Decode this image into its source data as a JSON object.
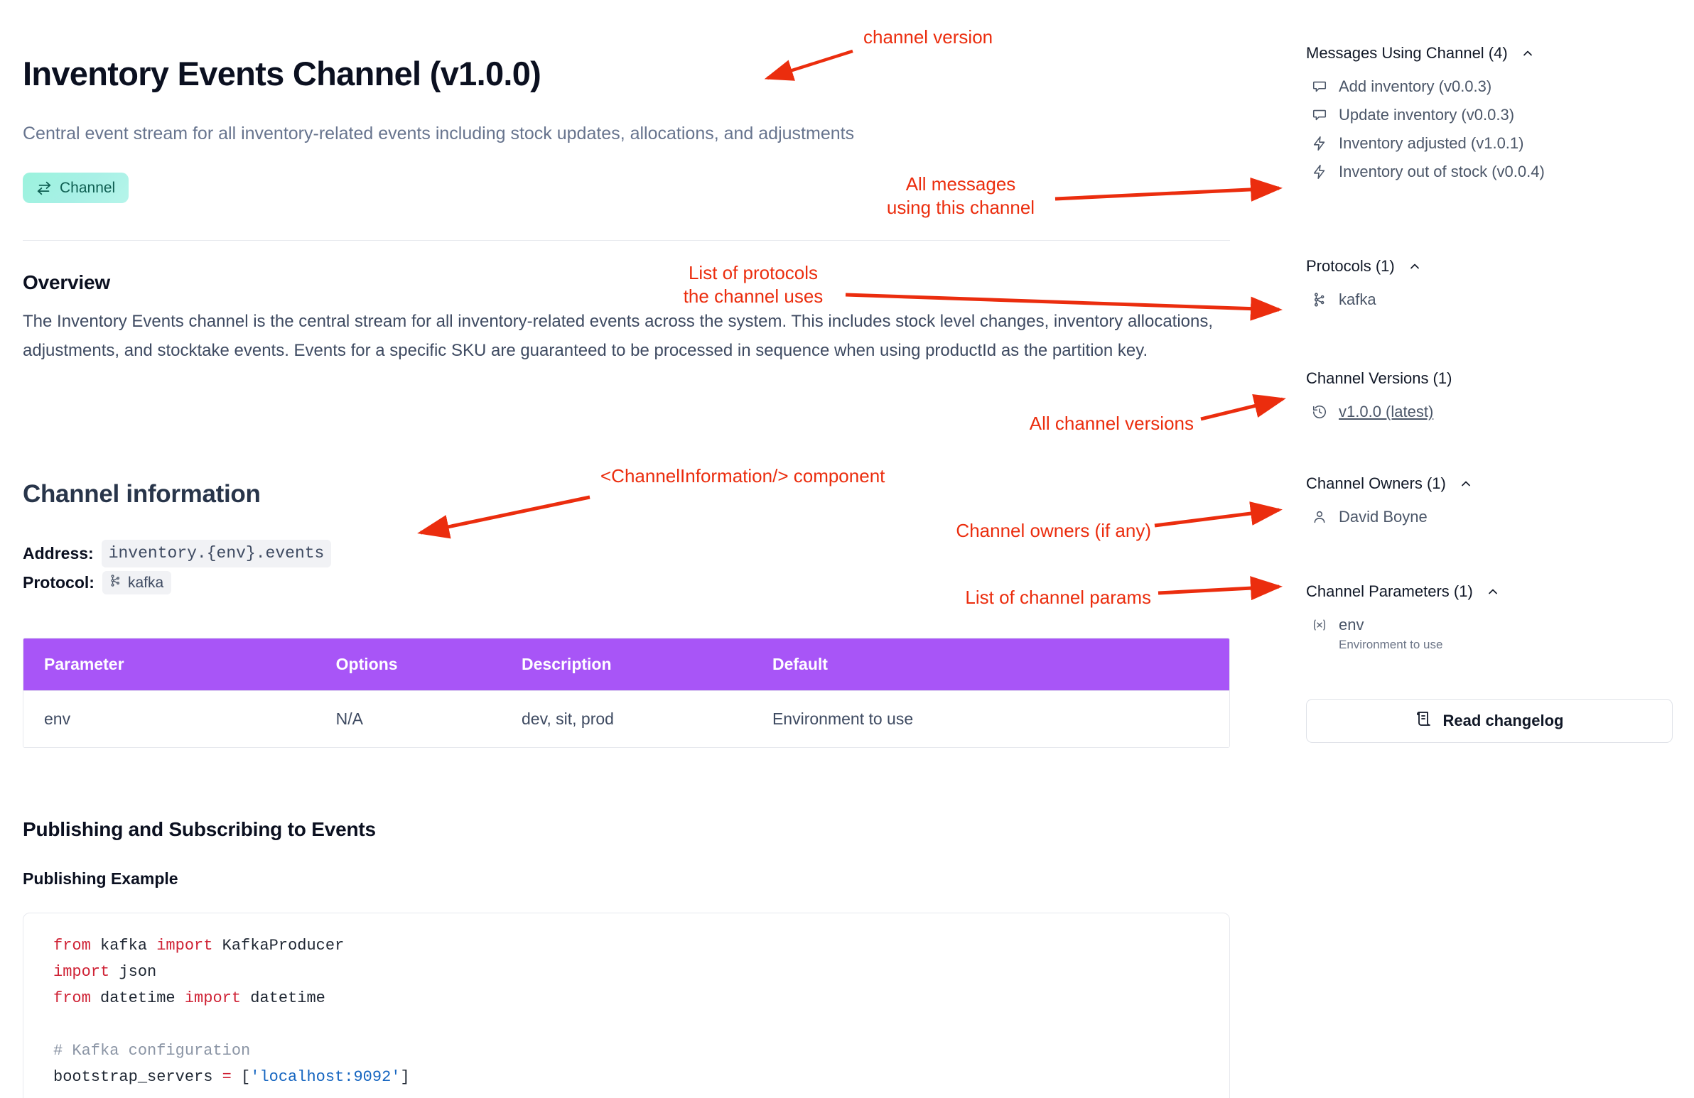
{
  "page": {
    "title": "Inventory Events Channel (v1.0.0)",
    "subtitle": "Central event stream for all inventory-related events including stock updates, allocations, and adjustments",
    "badge_label": "Channel",
    "badge_icon": "exchange-arrows-icon",
    "accent_purple": "#a855f7",
    "accent_teal": "#9bf3dd",
    "annotation_red": "#eb2d0e"
  },
  "overview": {
    "heading": "Overview",
    "body": "The Inventory Events channel is the central stream for all inventory-related events across the system. This includes stock level changes, inventory allocations, adjustments, and stocktake events. Events for a specific SKU are guaranteed to be processed in sequence when using productId as the partition key."
  },
  "channel_information": {
    "heading": "Channel information",
    "address_label": "Address:",
    "address_value": "inventory.{env}.events",
    "protocol_label": "Protocol:",
    "protocol_value": "kafka",
    "protocol_icon": "kafka-nodes-icon",
    "table": {
      "columns": [
        "Parameter",
        "Options",
        "Description",
        "Default"
      ],
      "rows": [
        [
          "env",
          "N/A",
          "dev, sit, prod",
          "Environment to use"
        ]
      ]
    }
  },
  "publishing": {
    "heading": "Publishing and Subscribing to Events",
    "subheading": "Publishing Example",
    "code_lines": [
      {
        "tokens": [
          {
            "t": "from ",
            "c": "kw"
          },
          {
            "t": "kafka ",
            "c": ""
          },
          {
            "t": "import ",
            "c": "kw"
          },
          {
            "t": "KafkaProducer",
            "c": ""
          }
        ]
      },
      {
        "tokens": [
          {
            "t": "import ",
            "c": "kw"
          },
          {
            "t": "json",
            "c": ""
          }
        ]
      },
      {
        "tokens": [
          {
            "t": "from ",
            "c": "kw"
          },
          {
            "t": "datetime ",
            "c": ""
          },
          {
            "t": "import ",
            "c": "kw"
          },
          {
            "t": "datetime",
            "c": ""
          }
        ]
      },
      {
        "tokens": [
          {
            "t": "",
            "c": ""
          }
        ]
      },
      {
        "tokens": [
          {
            "t": "# Kafka configuration",
            "c": "cm"
          }
        ]
      },
      {
        "tokens": [
          {
            "t": "bootstrap_servers ",
            "c": ""
          },
          {
            "t": "= ",
            "c": "op"
          },
          {
            "t": "[",
            "c": ""
          },
          {
            "t": "'localhost:9092'",
            "c": "str"
          },
          {
            "t": "]",
            "c": ""
          }
        ]
      }
    ]
  },
  "sidebar": {
    "messages": {
      "title": "Messages Using Channel (4)",
      "collapse_icon": "chevron-up-icon",
      "items": [
        {
          "label": "Add inventory (v0.0.3)",
          "icon": "message-bubble-icon"
        },
        {
          "label": "Update inventory (v0.0.3)",
          "icon": "message-bubble-icon"
        },
        {
          "label": "Inventory adjusted (v1.0.1)",
          "icon": "lightning-bolt-icon"
        },
        {
          "label": "Inventory out of stock (v0.0.4)",
          "icon": "lightning-bolt-icon"
        }
      ]
    },
    "protocols": {
      "title": "Protocols (1)",
      "collapse_icon": "chevron-up-icon",
      "items": [
        {
          "label": "kafka",
          "icon": "kafka-nodes-icon"
        }
      ]
    },
    "versions": {
      "title": "Channel Versions (1)",
      "items": [
        {
          "label": "v1.0.0 (latest)",
          "icon": "history-clock-icon"
        }
      ]
    },
    "owners": {
      "title": "Channel Owners (1)",
      "collapse_icon": "chevron-up-icon",
      "items": [
        {
          "label": "David Boyne",
          "icon": "user-icon"
        }
      ]
    },
    "parameters": {
      "title": "Channel Parameters (1)",
      "collapse_icon": "chevron-up-icon",
      "items": [
        {
          "label": "env",
          "description": "Environment to use",
          "icon": "variable-x-icon"
        }
      ]
    },
    "changelog_button": {
      "label": "Read changelog",
      "icon": "scroll-document-icon"
    }
  },
  "annotations": [
    {
      "id": "channel-version",
      "text": "channel version"
    },
    {
      "id": "all-messages",
      "text": "All messages\nusing this channel"
    },
    {
      "id": "list-of-protocols",
      "text": "List of protocols\nthe channel uses"
    },
    {
      "id": "all-channel-versions",
      "text": "All channel versions"
    },
    {
      "id": "channel-information-component",
      "text": "<ChannelInformation/> component"
    },
    {
      "id": "channel-owners",
      "text": "Channel owners (if any)"
    },
    {
      "id": "list-of-channel-params",
      "text": "List of channel params"
    }
  ]
}
